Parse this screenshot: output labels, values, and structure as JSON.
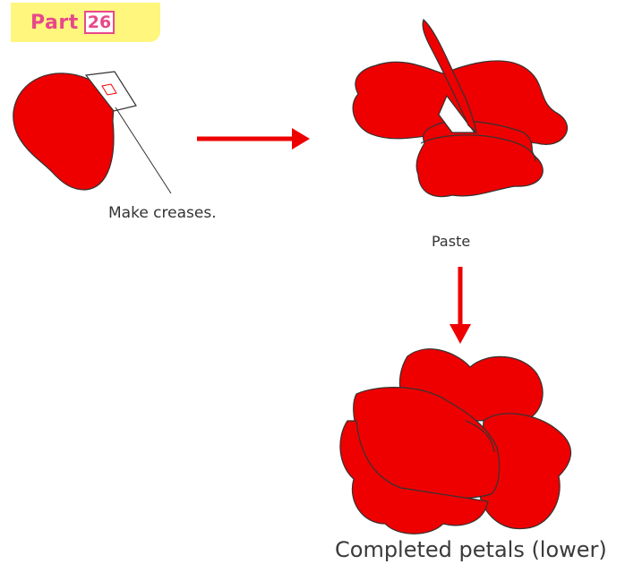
{
  "header": {
    "part_label": "Part",
    "part_number": "26"
  },
  "steps": {
    "crease_caption": "Make creases.",
    "paste_caption": "Paste",
    "complete_caption": "Completed petals (lower)"
  },
  "colors": {
    "petal": "#ee0000",
    "outline": "#333333",
    "arrow": "#ee0000",
    "badge_bg": "#fff67d",
    "badge_text": "#e8488a"
  }
}
